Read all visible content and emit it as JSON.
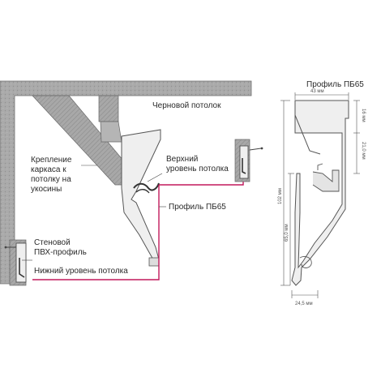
{
  "labels": {
    "rough_ceiling": "Черновой потолок",
    "frame_mount": [
      "Крепление",
      "каркаса к",
      "потолку на",
      "укосины"
    ],
    "upper_level": [
      "Верхний",
      "уровень потолка"
    ],
    "profile_left": "Профиль ПБ65",
    "wall_profile": [
      "Стеновой",
      "ПВХ-профиль"
    ],
    "lower_level": "Нижний уровень потолка"
  },
  "section": {
    "title": "Профиль ПБ65",
    "dims": {
      "top_width": "43 мм",
      "seg_16": "16 мм",
      "seg_21": "21,0 мм",
      "total": "102 мм",
      "seg_65": "65,0 мм",
      "bottom_width": "24,5 мм"
    }
  },
  "colors": {
    "concrete": "#a9a9a9",
    "steel": "#9e9e9e",
    "profile_fill": "#eeeeee",
    "ceiling_film": "#c2185b",
    "outline": "#555555"
  }
}
